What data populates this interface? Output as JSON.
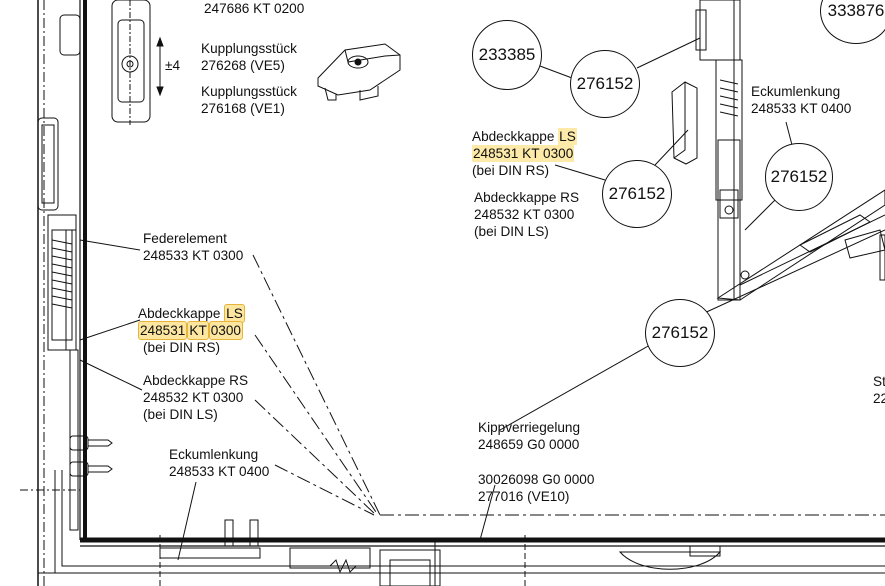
{
  "labels": {
    "top_partial": "247686 KT 0200",
    "plusminus": "±4",
    "kupplung1_name": "Kupplungsstück",
    "kupplung1_code": "276268 (VE5)",
    "kupplung2_name": "Kupplungsstück",
    "kupplung2_code": "276168 (VE1)",
    "feder_name": "Federelement",
    "feder_code": "248533 KT 0300",
    "abdeck_ls_left_name": "Abdeckkappe",
    "abdeck_ls_left_ls": "LS",
    "abdeck_ls_left_num": "248531",
    "abdeck_ls_left_kt": "KT",
    "abdeck_ls_left_code": "0300",
    "abdeck_ls_left_note": "(bei DIN RS)",
    "abdeck_rs_left_name": "Abdeckkappe RS",
    "abdeck_rs_left_code": "248532 KT 0300",
    "abdeck_rs_left_note": "(bei DIN LS)",
    "eck_left_name": "Eckumlenkung",
    "eck_left_code": "248533 KT 0400",
    "abdeck_ls_right_name": "Abdeckkappe",
    "abdeck_ls_right_ls": "LS",
    "abdeck_ls_right_code": "248531 KT 0300",
    "abdeck_ls_right_note": "(bei DIN RS)",
    "abdeck_rs_right_name": "Abdeckkappe RS",
    "abdeck_rs_right_code": "248532 KT 0300",
    "abdeck_rs_right_note": "(bei DIN LS)",
    "eck_right_name": "Eckumlenkung",
    "eck_right_code": "248533 KT 0400",
    "kipp_name": "Kippverriegelung",
    "kipp_code": "248659 G0 0000",
    "part_30026_code": "30026098 G0 0000",
    "part_277016_code": "277016 (VE10)",
    "cut_st": "St",
    "cut_22": "22"
  },
  "callouts": {
    "c233385": "233385",
    "c276152_top": "276152",
    "c276152_mid": "276152",
    "c276152_right": "276152",
    "c276152_bottom": "276152",
    "c333876": "333876"
  },
  "colors": {
    "highlight_fill": "#fde9a8",
    "highlight_border": "#e7b43a",
    "line": "#111111"
  }
}
